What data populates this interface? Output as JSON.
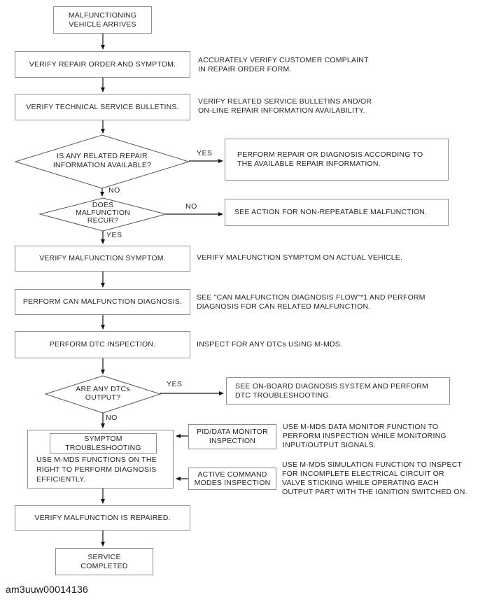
{
  "figure_id": "am3uuw00014136",
  "branch_labels": {
    "yes": "YES",
    "no": "NO"
  },
  "nodes": {
    "start": "MALFUNCTIONING\nVEHICLE ARRIVES",
    "verify_repair_order": "VERIFY REPAIR ORDER AND SYMPTOM.",
    "verify_tsb": "VERIFY TECHNICAL SERVICE BULLETINS.",
    "decision_repair_info": "IS ANY RELATED REPAIR\nINFORMATION AVAILABLE?",
    "perform_repair": "PERFORM REPAIR OR DIAGNOSIS ACCORDING TO\nTHE AVAILABLE REPAIR INFORMATION.",
    "decision_recur": "DOES\nMALFUNCTION\nRECUR?",
    "non_repeatable": "SEE ACTION FOR NON-REPEATABLE MALFUNCTION.",
    "verify_symptom": "VERIFY MALFUNCTION SYMPTOM.",
    "can_diagnosis": "PERFORM CAN MALFUNCTION DIAGNOSIS.",
    "dtc_inspection": "PERFORM DTC INSPECTION.",
    "decision_dtcs": "ARE ANY DTCs\nOUTPUT?",
    "obd_troubleshooting": "SEE ON-BOARD DIAGNOSIS SYSTEM AND PERFORM\nDTC TROUBLESHOOTING.",
    "symptom_troubleshooting_title": "SYMPTOM\nTROUBLESHOOTING",
    "symptom_troubleshooting_note": "USE M-MDS FUNCTIONS ON THE\nRIGHT TO PERFORM DIAGNOSIS\nEFFICIENTLY.",
    "pid_data_monitor": "PID/DATA MONITOR\nINSPECTION",
    "active_command_modes": "ACTIVE COMMAND\nMODES INSPECTION",
    "verify_repaired": "VERIFY MALFUNCTION IS REPAIRED.",
    "service_completed": "SERVICE\nCOMPLETED"
  },
  "annotations": {
    "repair_order": "ACCURATELY VERIFY CUSTOMER COMPLAINT\nIN REPAIR ORDER FORM.",
    "tsb": "VERIFY RELATED SERVICE BULLETINS AND/OR\nON-LINE REPAIR INFORMATION AVAILABILITY.",
    "symptom": "VERIFY MALFUNCTION SYMPTOM ON ACTUAL VEHICLE.",
    "can": "SEE \"CAN MALFUNCTION DIAGNOSIS FLOW\"*1 AND PERFORM\nDIAGNOSIS FOR CAN RELATED MALFUNCTION.",
    "dtc": "INSPECT FOR ANY DTCs USING M-MDS.",
    "pid_data_monitor": "USE M-MDS DATA MONITOR FUNCTION TO\nPERFORM INSPECTION WHILE MONITORING\nINPUT/OUTPUT SIGNALS.",
    "active_command_modes": "USE M-MDS SIMULATION FUNCTION TO INSPECT\nFOR INCOMPLETE ELECTRICAL CIRCUIT OR\nVALVE STICKING WHILE OPERATING EACH\nOUTPUT PART WITH THE IGNITION SWITCHED ON."
  },
  "colors": {
    "box_border": "#8f8f8f",
    "line": "#1a1a1a",
    "diamond_line": "#555555",
    "text": "#262626",
    "background": "#ffffff"
  }
}
